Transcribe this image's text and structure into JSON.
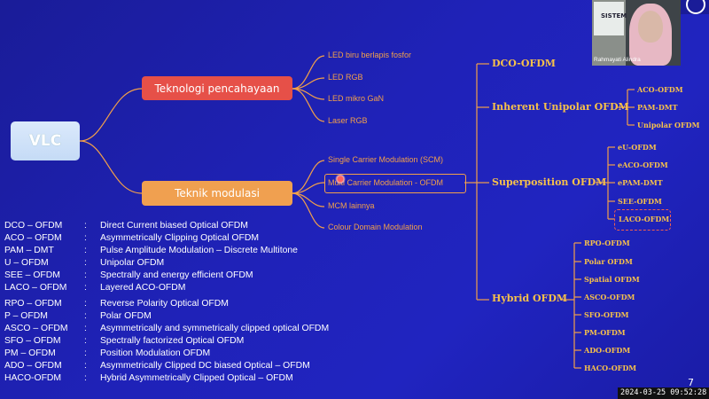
{
  "mindmap": {
    "root": "VLC",
    "branches": [
      {
        "label": "Teknologi pencahayaan",
        "items": [
          "LED biru berlapis fosfor",
          "LED RGB",
          "LED mikro GaN",
          "Laser RGB"
        ]
      },
      {
        "label": "Teknik modulasi",
        "items": [
          "Single Carrier Modulation (SCM)",
          "Multi Carrier Modulation - OFDM",
          "MCM lainnya",
          "Colour Domain Modulation"
        ]
      }
    ],
    "ofdm_tree": {
      "dco": "DCO-OFDM",
      "inherent": {
        "label": "Inherent Unipolar OFDM",
        "items": [
          "ACO-OFDM",
          "PAM-DMT",
          "Unipolar OFDM"
        ]
      },
      "superposition": {
        "label": "Superposition OFDM",
        "items": [
          "eU-OFDM",
          "eACO-OFDM",
          "ePAM-DMT",
          "SEE-OFDM",
          "LACO-OFDM"
        ]
      },
      "hybrid": {
        "label": "Hybrid OFDM",
        "items": [
          "RPO-OFDM",
          "Polar OFDM",
          "Spatial OFDM",
          "ASCO-OFDM",
          "SFO-OFDM",
          "PM-OFDM",
          "ADO-OFDM",
          "HACO-OFDM"
        ]
      }
    }
  },
  "abbreviations": [
    {
      "abbr": "DCO – OFDM",
      "sep": ":",
      "def": "Direct Current biased Optical OFDM"
    },
    {
      "abbr": "ACO – OFDM",
      "sep": ":",
      "def": "Asymmetrically Clipping Optical OFDM"
    },
    {
      "abbr": "PAM – DMT",
      "sep": ":",
      "def": "Pulse Amplitude Modulation – Discrete Multitone"
    },
    {
      "abbr": "U – OFDM",
      "sep": ":",
      "def": "Unipolar OFDM"
    },
    {
      "abbr": "SEE – OFDM",
      "sep": ":",
      "def": "Spectrally and energy efficient OFDM"
    },
    {
      "abbr": "LACO – OFDM",
      "sep": ":",
      "def": "Layered ACO-OFDM"
    },
    {
      "abbr": "RPO – OFDM",
      "sep": ":",
      "def": "Reverse Polarity Optical OFDM"
    },
    {
      "abbr": "P – OFDM",
      "sep": ":",
      "def": "Polar OFDM"
    },
    {
      "abbr": "ASCO – OFDM",
      "sep": ":",
      "def": "Asymmetrically and symmetrically clipped optical OFDM"
    },
    {
      "abbr": "SFO – OFDM",
      "sep": ":",
      "def": "Spectrally factorized Optical OFDM"
    },
    {
      "abbr": "PM – OFDM",
      "sep": ":",
      "def": "Position Modulation OFDM"
    },
    {
      "abbr": "ADO – OFDM",
      "sep": ":",
      "def": "Asymmetrically Clipped DC biased Optical – OFDM"
    },
    {
      "abbr": "HACO-OFDM",
      "sep": ":",
      "def": "Hybrid Asymmetrically Clipped Optical – OFDM"
    }
  ],
  "webcam": {
    "name": "Rahmayati Alindra",
    "poster_text": "SISTEM"
  },
  "slide_number": "7",
  "timestamp": "2024-03-25  09:52:28",
  "colors": {
    "background": "#1f22b8",
    "branch1": "#e65048",
    "branch2": "#f0a050",
    "leaf_text": "#f2a04a",
    "ofdm_text": "#f7c14a"
  }
}
